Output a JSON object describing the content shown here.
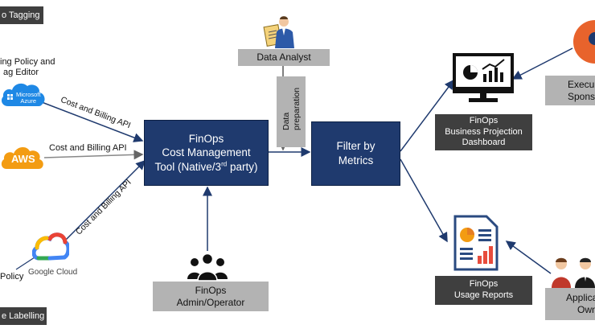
{
  "left": {
    "tagging_label": "o Tagging",
    "policy_label_line1": "ing Policy and",
    "policy_label_line2": "ag Editor",
    "azure_label_line1": "Microsoft",
    "azure_label_line2": "Azure",
    "aws_label": "AWS",
    "gcp_label": "Google Cloud",
    "gcp_policy_label": "Policy",
    "labelling_label": "e Labelling"
  },
  "edges": {
    "azure_api": "Cost and Billing API",
    "aws_api": "Cost and Billing API",
    "gcp_api": "Cost and Billing API",
    "data_prep_line1": "Data",
    "data_prep_line2": "preparation"
  },
  "nodes": {
    "tool_line1": "FinOps",
    "tool_line2": "Cost Management",
    "tool_line3": "Tool (Native/3rd party)",
    "filter_line1": "Filter by",
    "filter_line2": "Metrics",
    "analyst": "Data Analyst",
    "admin_line1": "FinOps",
    "admin_line2": "Admin/Operator",
    "dashboard_line1": "FinOps",
    "dashboard_line2": "Business Projection",
    "dashboard_line3": "Dashboard",
    "usage_line1": "FinOps",
    "usage_line2": "Usage Reports",
    "exec_line1": "Execu",
    "exec_line2": "Spons",
    "app_line1": "Applica",
    "app_line2": "Owne"
  },
  "colors": {
    "tool_fill": "#1f3a6e",
    "arrow": "#1f3a6e",
    "azure": "#1e88e5",
    "aws": "#f39c12"
  }
}
